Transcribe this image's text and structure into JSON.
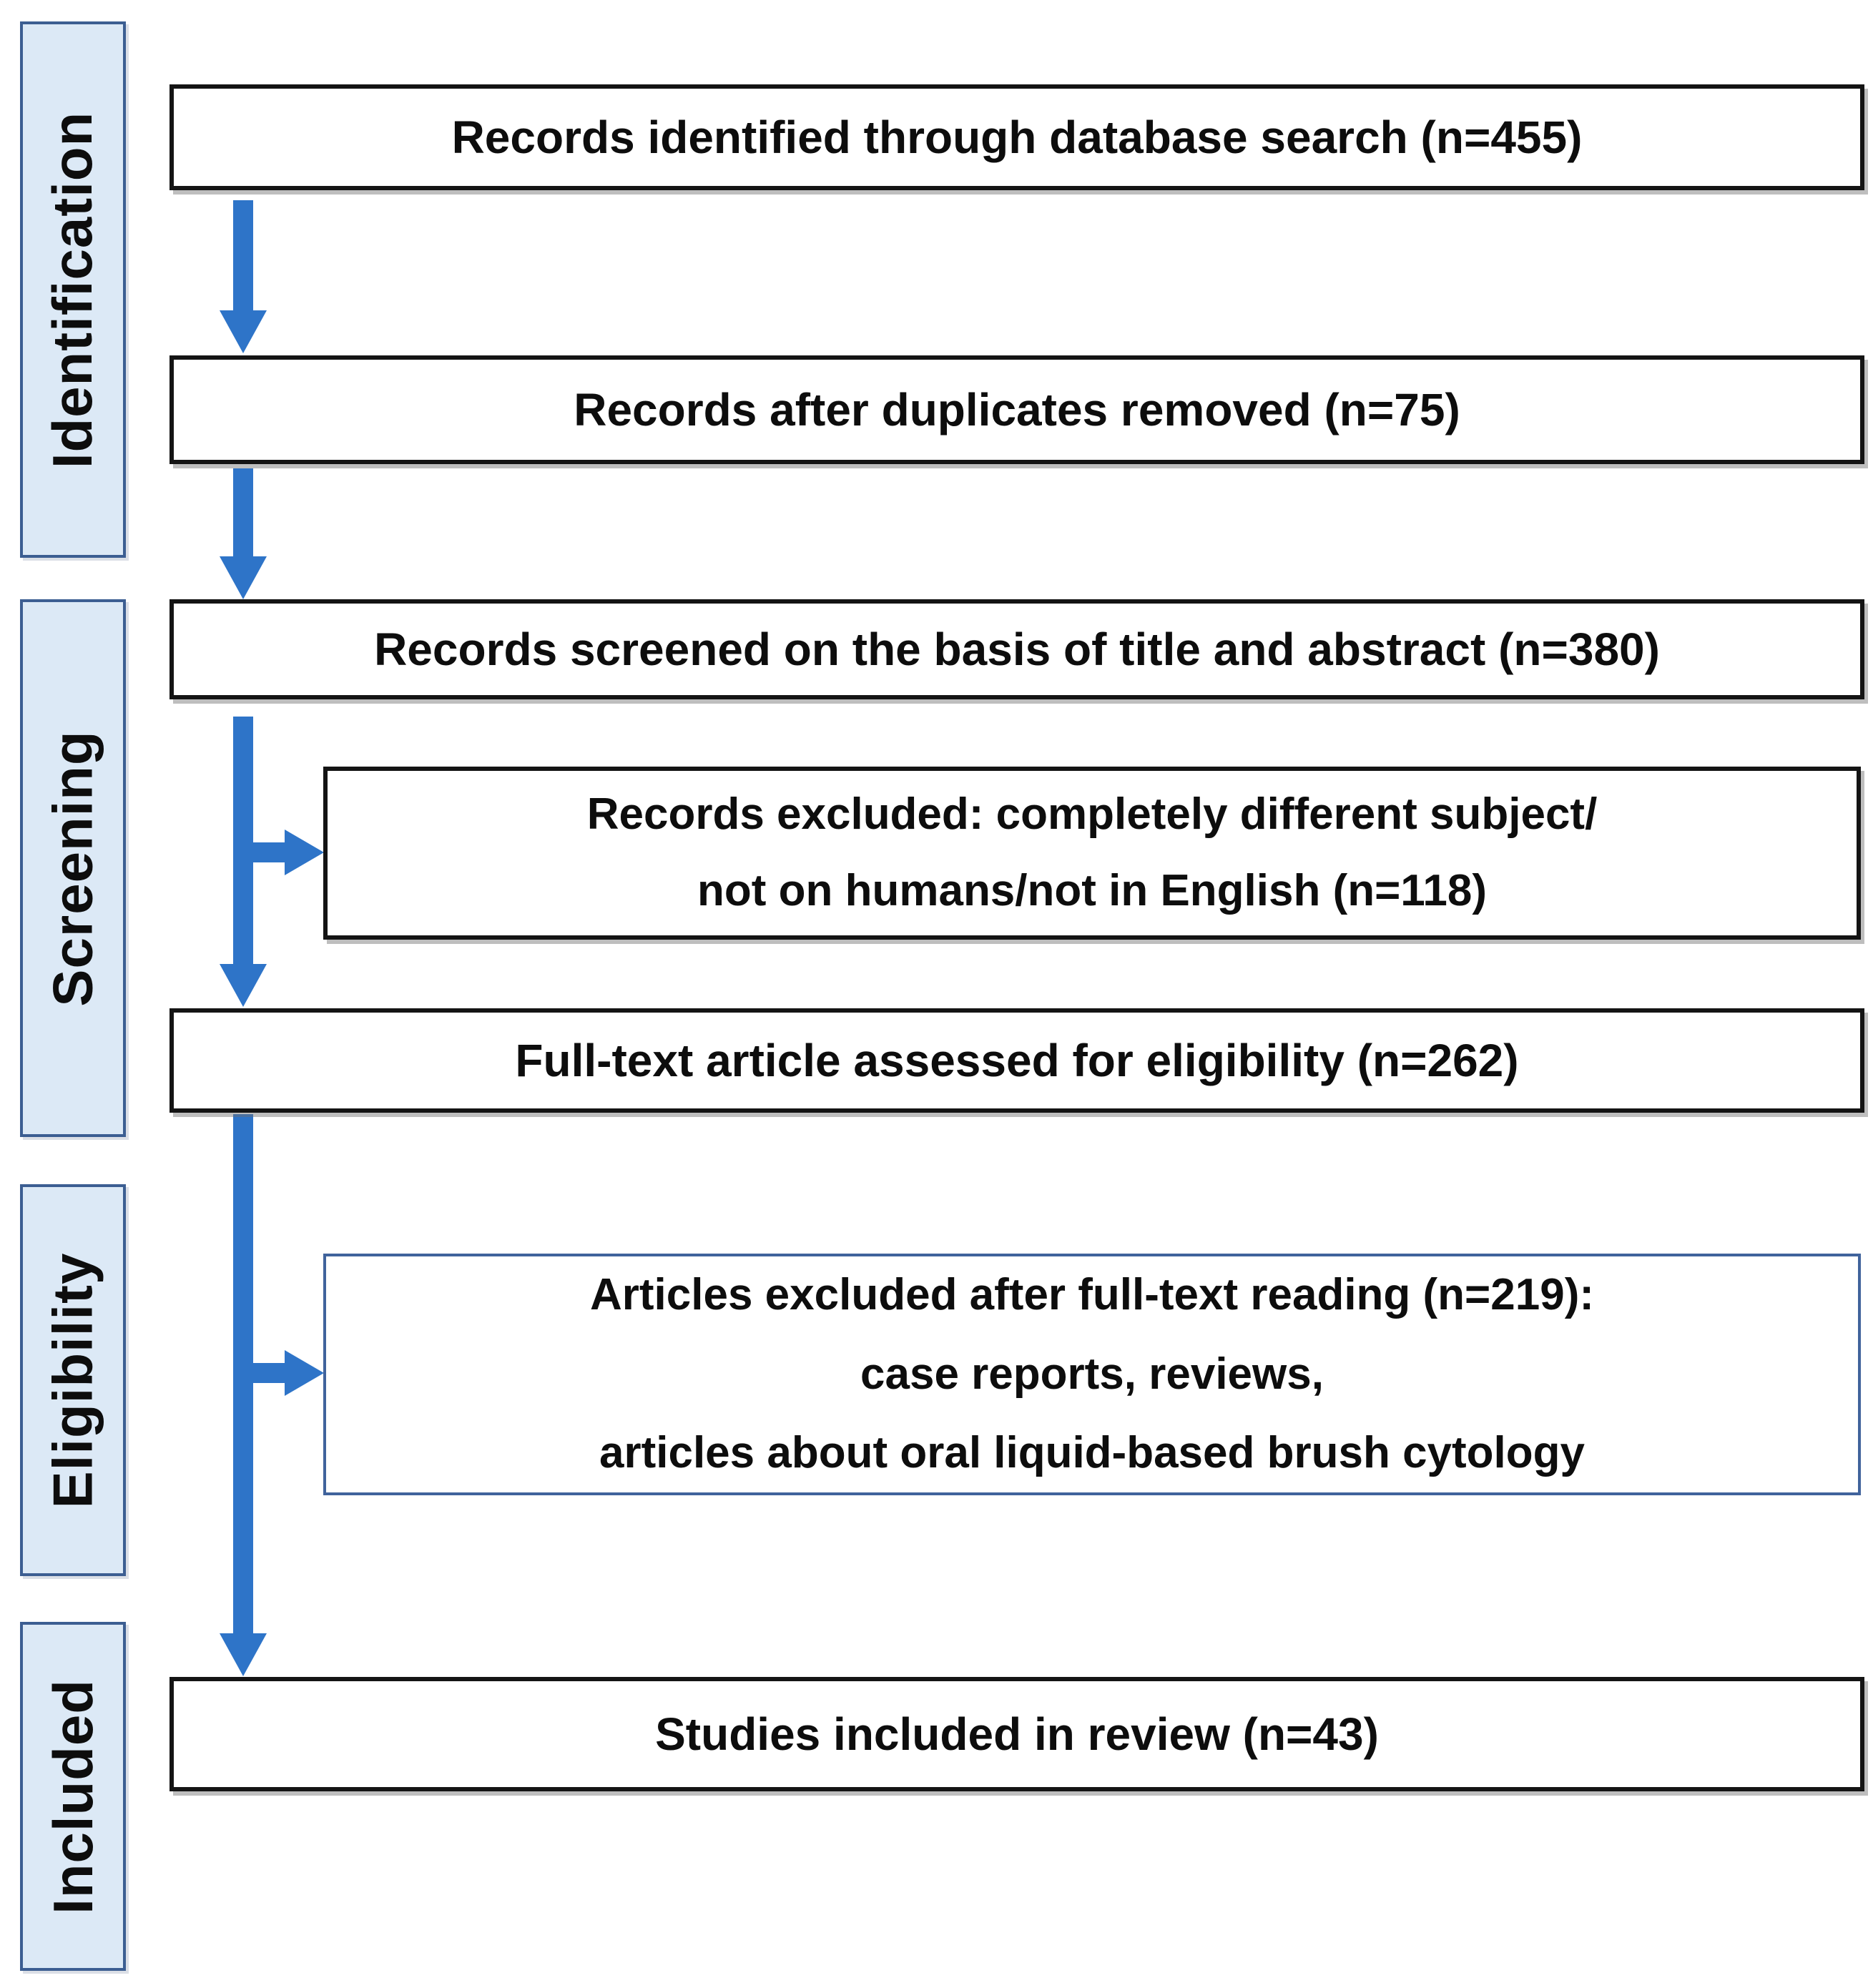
{
  "diagram": {
    "type": "prisma-flowchart",
    "stages": [
      {
        "id": "identification",
        "label": "Identification"
      },
      {
        "id": "screening",
        "label": "Screening"
      },
      {
        "id": "eligibility",
        "label": "Eligibility"
      },
      {
        "id": "included",
        "label": "Included"
      }
    ],
    "boxes": [
      {
        "id": "records-identified",
        "text": "Records identified through database search (n=455)",
        "n": 455
      },
      {
        "id": "duplicates-removed",
        "text": "Records after duplicates removed (n=75)",
        "n": 75
      },
      {
        "id": "records-screened",
        "text": "Records screened on the basis of title and abstract (n=380)",
        "n": 380
      },
      {
        "id": "records-excluded",
        "lines": [
          "Records excluded: completely different subject/",
          "not on humans/not in English (n=118)"
        ],
        "n": 118
      },
      {
        "id": "fulltext-assessed",
        "text": "Full-text article assessed for eligibility (n=262)",
        "n": 262
      },
      {
        "id": "articles-excluded",
        "lines": [
          "Articles excluded after full-text reading (n=219):",
          "case reports, reviews,",
          "articles about oral liquid-based brush cytology"
        ],
        "n": 219
      },
      {
        "id": "studies-included",
        "text": "Studies included in review (n=43)",
        "n": 43
      }
    ],
    "colors": {
      "arrow": "#2e74c8",
      "stage_fill": "#dce9f6",
      "stage_border": "#3c5e92",
      "box_border": "#141414",
      "subbox_border": "#40639c",
      "text": "#0d0d0d",
      "background": "#ffffff"
    }
  }
}
